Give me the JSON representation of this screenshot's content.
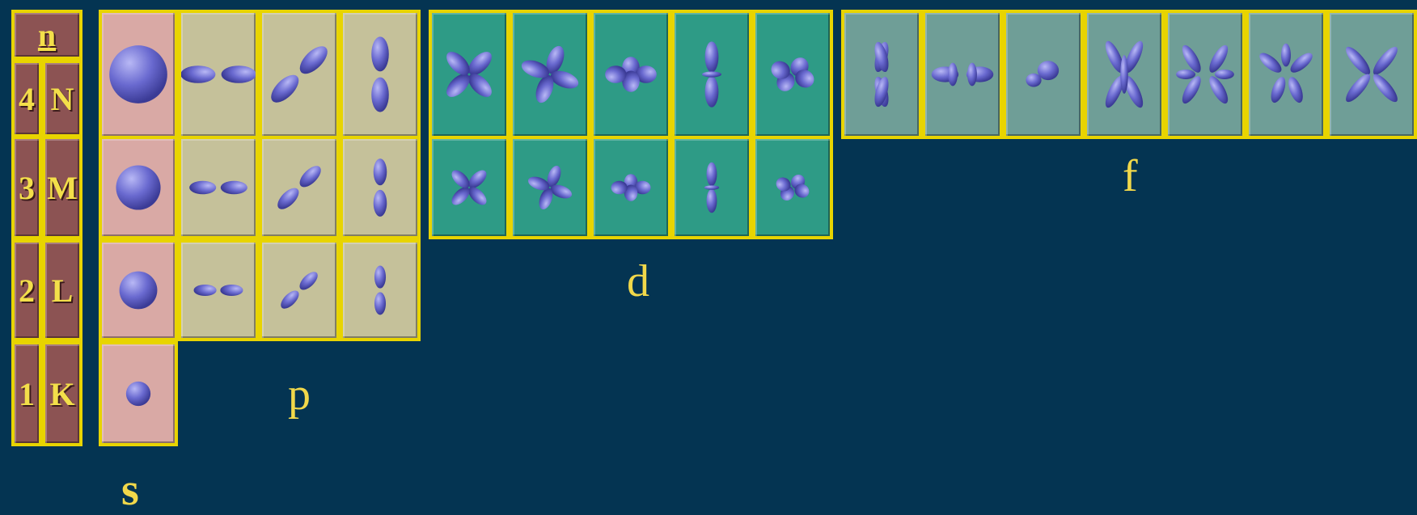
{
  "header": {
    "n": "n"
  },
  "shells": [
    {
      "num": "4",
      "letter": "N"
    },
    {
      "num": "3",
      "letter": "M"
    },
    {
      "num": "2",
      "letter": "L"
    },
    {
      "num": "1",
      "letter": "K"
    }
  ],
  "subshells": {
    "s": "s",
    "p": "p",
    "d": "d",
    "f": "f"
  },
  "colors": {
    "background": "#043452",
    "grid_border": "#e8d400",
    "label_cell": "#8c5353",
    "s_cell": "#d9a9a5",
    "p_cell": "#c5c19a",
    "d_cell": "#2e9b86",
    "f_cell": "#6f9e97",
    "orbital": "#6a6ad0",
    "text": "#f1d84a"
  }
}
